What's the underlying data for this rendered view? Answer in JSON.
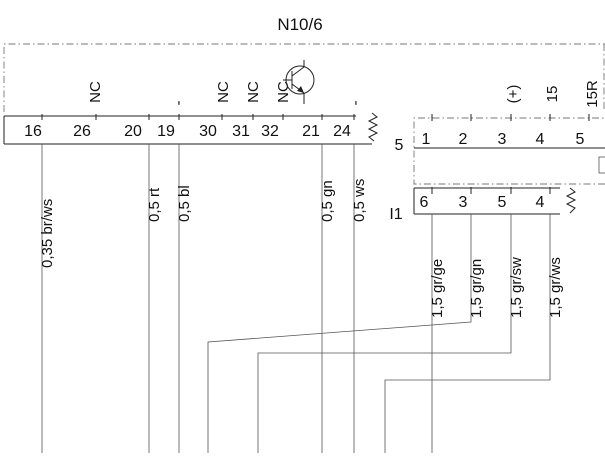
{
  "title": "N10/6",
  "connector_left": {
    "pins": [
      "16",
      "26",
      "20",
      "19",
      "30",
      "31",
      "32",
      "21",
      "24"
    ],
    "pin_labels": [
      "NC",
      "-",
      "NC",
      "NC",
      "NC",
      "-"
    ]
  },
  "connector_right_top": {
    "name": "5",
    "pins": [
      "1",
      "2",
      "3",
      "4",
      "5"
    ],
    "pin_labels": [
      "(+)",
      "15",
      "15R"
    ]
  },
  "connector_right_bottom": {
    "name": "I1",
    "pins": [
      "6",
      "3",
      "5",
      "4"
    ]
  },
  "wires": [
    "0,35 br/ws",
    "0,5 rt",
    "0,5 bl",
    "0,5 gn",
    "0,5 ws",
    "1,5 gr/ge",
    "1,5 gr/gn",
    "1,5 gr/sw",
    "1,5 gr/ws"
  ]
}
